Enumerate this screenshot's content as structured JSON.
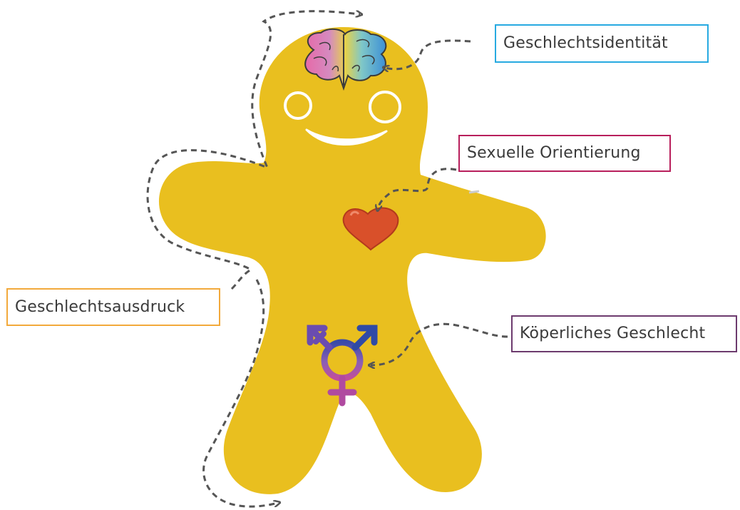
{
  "labels": {
    "gender_identity": "Geschlechtsidentität",
    "sexual_orientation": "Sexuelle Orientierung",
    "gender_expression": "Geschlechtsausdruck",
    "biological_sex": "Köperliches Geschlecht"
  },
  "icons": {
    "brain": "brain-icon",
    "heart": "heart-icon",
    "gender_symbol": "transgender-symbol-icon"
  },
  "colors": {
    "body": "#e9bf1f",
    "identity_border": "#27aae1",
    "orientation_border": "#b81f5c",
    "expression_border": "#f2a93b",
    "sex_border": "#6d3b6e",
    "arrow": "#555555",
    "heart": "#d9502a",
    "symbol_male": "#2a4fa0",
    "symbol_female": "#b04aa0"
  }
}
